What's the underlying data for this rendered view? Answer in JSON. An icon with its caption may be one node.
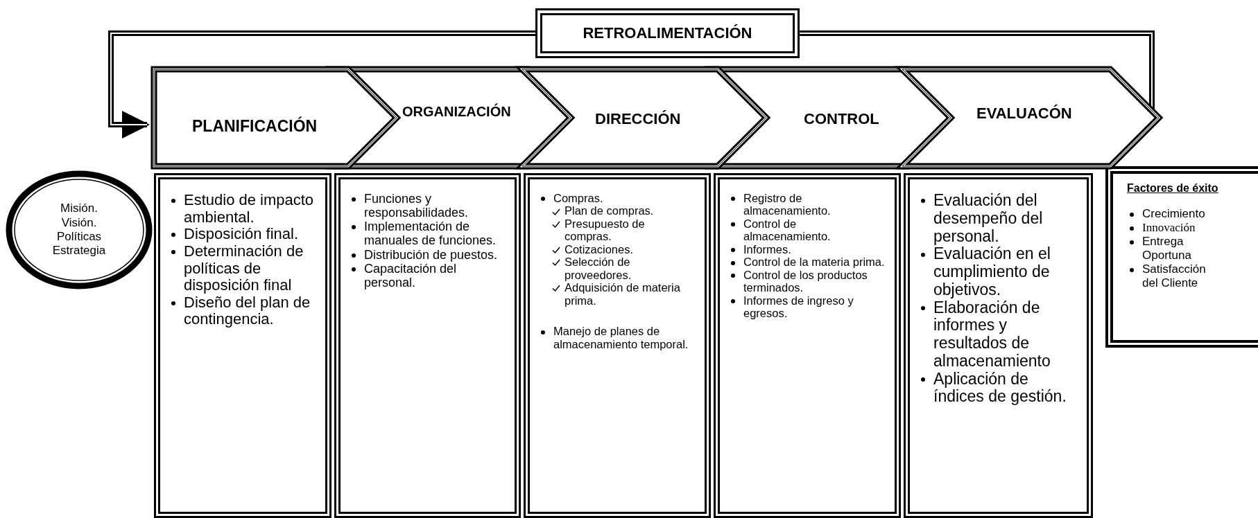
{
  "diagram": {
    "nodes": [
      {
        "text": [
          "RETROALIMENTACIÓN"
        ]
      },
      {
        "text": [
          "PLANIFICACIÓN"
        ]
      },
      {
        "text": [
          "ORGANIZACIÓN"
        ]
      },
      {
        "text": [
          "DIRECCIÓN"
        ]
      },
      {
        "text": [
          "CONTROL"
        ]
      },
      {
        "text": [
          "EVALUACÓN"
        ]
      },
      {
        "text": [
          "Misión. Visión. Políticas Estrategia"
        ]
      },
      {
        "text": [
          "Estudio de impacto ambiental.",
          "Disposición final.",
          "Determinación de políticas de disposición final",
          "Diseño del plan de contingencia."
        ]
      },
      {
        "text": [
          "Funciones y responsabilidades.",
          "Implementación de manuales de funciones.",
          "Distribución de puestos.",
          "Capacitación del personal."
        ]
      },
      {
        "text": [
          "Compras.",
          "Plan de compras.",
          "Presupuesto de compras.",
          "Cotizaciones.",
          "Selección de proveedores.",
          "Adquisición de materia prima.",
          "Manejo de planes de almacenamiento temporal."
        ]
      },
      {
        "text": [
          "Registro de almacenamiento.",
          "Control de almacenamiento.",
          "Informes.",
          "Control de la materia prima.",
          "Control de los productos terminados.",
          "Informes de ingreso y egresos."
        ]
      },
      {
        "text": [
          "Evaluación del desempeño del personal.",
          "Evaluación en el cumplimiento de objetivos.",
          "Elaboración de informes y resultados de almacenamiento",
          "Aplicación de índices de gestión."
        ]
      },
      {
        "text": [
          "Factores de éxito",
          "Crecimiento",
          "Innovación",
          "Entrega Oportuna",
          "Satisfacción del Cliente"
        ]
      }
    ],
    "edges": [
      {
        "from": 5,
        "to": 0,
        "arrow": "none"
      },
      {
        "from": 0,
        "to": 1,
        "arrow": "to"
      }
    ]
  }
}
